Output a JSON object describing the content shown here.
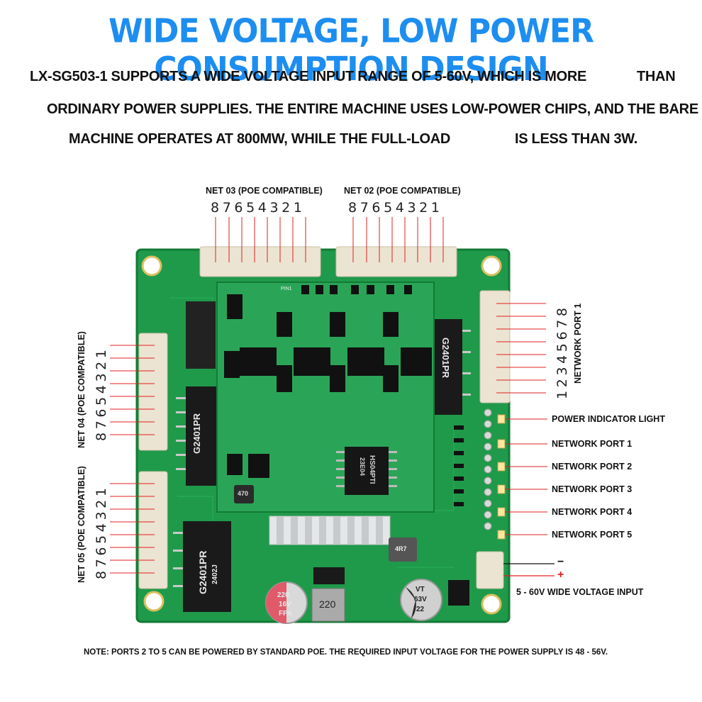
{
  "headline": "WIDE VOLTAGE, LOW POWER CONSUMPTION DESIGN",
  "description": {
    "line1a": "LX-SG503-1 SUPPORTS A WIDE VOLTAGE INPUT RANGE OF 5-60V, WHICH IS MORE",
    "line1b": "THAN",
    "line2": "ORDINARY POWER SUPPLIES. THE ENTIRE MACHINE USES LOW-POWER CHIPS, AND THE BARE",
    "line3a": "MACHINE OPERATES AT 800MW, WHILE THE FULL-LOAD",
    "line3b": "IS LESS THAN 3W."
  },
  "connectors": {
    "net03": {
      "label": "NET 03 (POE COMPATIBLE)",
      "pins": "87654321"
    },
    "net02": {
      "label": "NET 02 (POE COMPATIBLE)",
      "pins": "87654321"
    },
    "net04": {
      "label": "NET 04 (POE COMPATIBLE)",
      "pins": "87654321"
    },
    "net05": {
      "label": "NET 05 (POE COMPATIBLE)",
      "pins": "87654321"
    },
    "port1": {
      "label": "NETWORK PORT 1",
      "pins": "12345678"
    }
  },
  "indicators": [
    "POWER INDICATOR LIGHT",
    "NETWORK PORT 1",
    "NETWORK PORT 2",
    "NETWORK PORT 3",
    "NETWORK PORT 4",
    "NETWORK PORT 5"
  ],
  "power_input": {
    "minus": "−",
    "plus": "+",
    "label": "5 - 60V WIDE VOLTAGE INPUT"
  },
  "board_markings": {
    "chip1": "G2401PR",
    "chip2": "G2401PR",
    "chip3": "G2401PR",
    "chip3_sub": "2402J",
    "main_ic": "HS04PTI",
    "main_ic_sub": "23E04",
    "cap_left_a": "220",
    "cap_left_b": "16V",
    "cap_left_c": "FPA",
    "inductor": "220",
    "cap_right_a": "22",
    "cap_right_b": "63V",
    "cap_right_c": "VT",
    "small_ind": "470",
    "coil": "4R7",
    "pin1": "PIN1"
  },
  "colors": {
    "headline": "#1d8ef0",
    "pcb": "#1f9a4a",
    "pcb_dark": "#137a36",
    "callout_line": "#e02020",
    "connector": "#ece4d2"
  },
  "note": "NOTE: PORTS 2 TO 5 CAN BE POWERED BY STANDARD POE. THE REQUIRED INPUT VOLTAGE FOR THE POWER SUPPLY IS 48 - 56V."
}
